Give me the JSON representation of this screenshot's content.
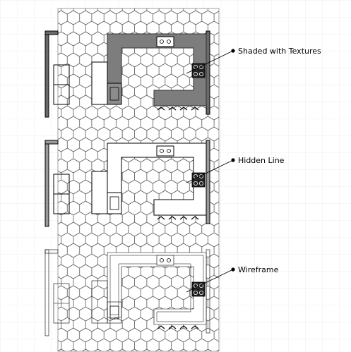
{
  "views": [
    {
      "id": "shaded",
      "label": "Shaded with Textures",
      "mode": "shaded"
    },
    {
      "id": "hidden",
      "label": "Hidden Line",
      "mode": "hidden"
    },
    {
      "id": "wire",
      "label": "Wireframe",
      "mode": "wire"
    }
  ],
  "colors": {
    "background": "#ffffff",
    "grid": "#ececec",
    "floor": "#ffffff",
    "tile_stroke": "#555555",
    "wall_dark": "#7d7d7d",
    "wall_edge": "#333333",
    "line": "#000000"
  }
}
